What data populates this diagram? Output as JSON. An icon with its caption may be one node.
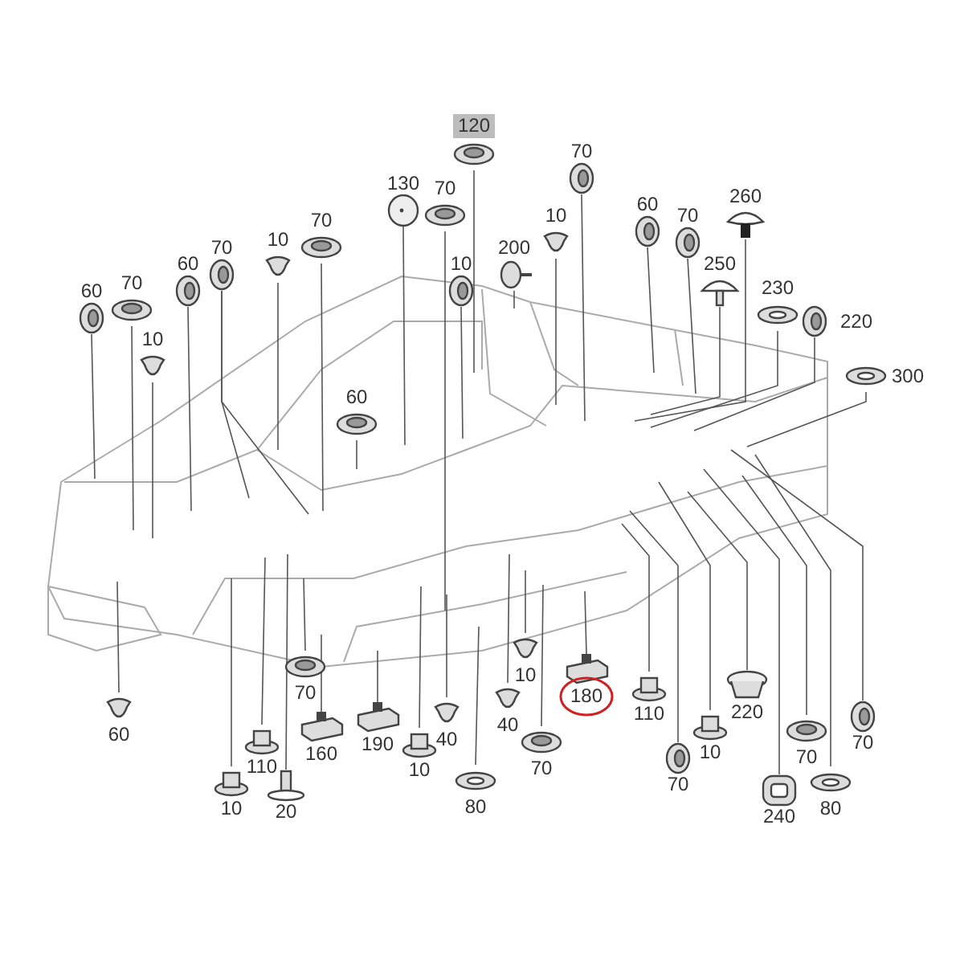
{
  "diagram": {
    "nodes": [
      {
        "text": [
          "120"
        ]
      },
      {
        "text": [
          "130"
        ]
      },
      {
        "text": [
          "70"
        ]
      },
      {
        "text": [
          "70"
        ]
      },
      {
        "text": [
          "10"
        ]
      },
      {
        "text": [
          "200"
        ]
      },
      {
        "text": [
          "10"
        ]
      },
      {
        "text": [
          "60"
        ]
      },
      {
        "text": [
          "70"
        ]
      },
      {
        "text": [
          "260"
        ]
      },
      {
        "text": [
          "250"
        ]
      },
      {
        "text": [
          "230"
        ]
      },
      {
        "text": [
          "220"
        ]
      },
      {
        "text": [
          "300"
        ]
      },
      {
        "text": [
          "10"
        ]
      },
      {
        "text": [
          "70"
        ]
      },
      {
        "text": [
          "70"
        ]
      },
      {
        "text": [
          "60"
        ]
      },
      {
        "text": [
          "70"
        ]
      },
      {
        "text": [
          "60"
        ]
      },
      {
        "text": [
          "10"
        ]
      },
      {
        "text": [
          "60"
        ]
      },
      {
        "text": [
          "60"
        ]
      },
      {
        "text": [
          "10"
        ]
      },
      {
        "text": [
          "110"
        ]
      },
      {
        "text": [
          "20"
        ]
      },
      {
        "text": [
          "70"
        ]
      },
      {
        "text": [
          "160"
        ]
      },
      {
        "text": [
          "190"
        ]
      },
      {
        "text": [
          "10"
        ]
      },
      {
        "text": [
          "40"
        ]
      },
      {
        "text": [
          "80"
        ]
      },
      {
        "text": [
          "10"
        ]
      },
      {
        "text": [
          "40"
        ]
      },
      {
        "text": [
          "70"
        ]
      },
      {
        "text": [
          "180"
        ]
      },
      {
        "text": [
          "110"
        ]
      },
      {
        "text": [
          "70"
        ]
      },
      {
        "text": [
          "10"
        ]
      },
      {
        "text": [
          "220"
        ]
      },
      {
        "text": [
          "240"
        ]
      },
      {
        "text": [
          "70"
        ]
      },
      {
        "text": [
          "80"
        ]
      },
      {
        "text": [
          "70"
        ]
      }
    ],
    "edges": [
      {
        "from": 0,
        "to": null,
        "arrow": "none"
      },
      {
        "from": 1,
        "to": null,
        "arrow": "none"
      },
      {
        "from": 2,
        "to": null,
        "arrow": "none"
      },
      {
        "from": 3,
        "to": null,
        "arrow": "none"
      },
      {
        "from": 4,
        "to": null,
        "arrow": "none"
      },
      {
        "from": 5,
        "to": null,
        "arrow": "none"
      },
      {
        "from": 6,
        "to": null,
        "arrow": "none"
      },
      {
        "from": 7,
        "to": null,
        "arrow": "none"
      },
      {
        "from": 8,
        "to": null,
        "arrow": "none"
      },
      {
        "from": 9,
        "to": null,
        "arrow": "none"
      },
      {
        "from": 10,
        "to": null,
        "arrow": "none"
      },
      {
        "from": 11,
        "to": null,
        "arrow": "none"
      },
      {
        "from": 12,
        "to": null,
        "arrow": "none"
      },
      {
        "from": 13,
        "to": null,
        "arrow": "none"
      },
      {
        "from": 14,
        "to": null,
        "arrow": "none"
      },
      {
        "from": 15,
        "to": null,
        "arrow": "none"
      },
      {
        "from": 16,
        "to": null,
        "arrow": "none"
      },
      {
        "from": 16,
        "to": null,
        "arrow": "none"
      },
      {
        "from": 17,
        "to": null,
        "arrow": "none"
      },
      {
        "from": 18,
        "to": null,
        "arrow": "none"
      },
      {
        "from": 19,
        "to": null,
        "arrow": "none"
      },
      {
        "from": 20,
        "to": null,
        "arrow": "none"
      },
      {
        "from": 21,
        "to": null,
        "arrow": "none"
      },
      {
        "from": 22,
        "to": null,
        "arrow": "none"
      },
      {
        "from": 23,
        "to": null,
        "arrow": "none"
      },
      {
        "from": 24,
        "to": null,
        "arrow": "none"
      },
      {
        "from": 25,
        "to": null,
        "arrow": "none"
      },
      {
        "from": 26,
        "to": null,
        "arrow": "none"
      },
      {
        "from": 27,
        "to": null,
        "arrow": "none"
      },
      {
        "from": 28,
        "to": null,
        "arrow": "none"
      },
      {
        "from": 29,
        "to": null,
        "arrow": "none"
      },
      {
        "from": 30,
        "to": null,
        "arrow": "none"
      },
      {
        "from": 31,
        "to": null,
        "arrow": "none"
      },
      {
        "from": 32,
        "to": null,
        "arrow": "none"
      },
      {
        "from": 33,
        "to": null,
        "arrow": "none"
      },
      {
        "from": 34,
        "to": null,
        "arrow": "none"
      },
      {
        "from": 35,
        "to": null,
        "arrow": "none"
      },
      {
        "from": 36,
        "to": null,
        "arrow": "none"
      },
      {
        "from": 37,
        "to": null,
        "arrow": "none"
      },
      {
        "from": 38,
        "to": null,
        "arrow": "none"
      },
      {
        "from": 39,
        "to": null,
        "arrow": "none"
      },
      {
        "from": 40,
        "to": null,
        "arrow": "none"
      },
      {
        "from": 41,
        "to": null,
        "arrow": "none"
      },
      {
        "from": 42,
        "to": null,
        "arrow": "none"
      },
      {
        "from": 43,
        "to": null,
        "arrow": "none"
      }
    ]
  }
}
